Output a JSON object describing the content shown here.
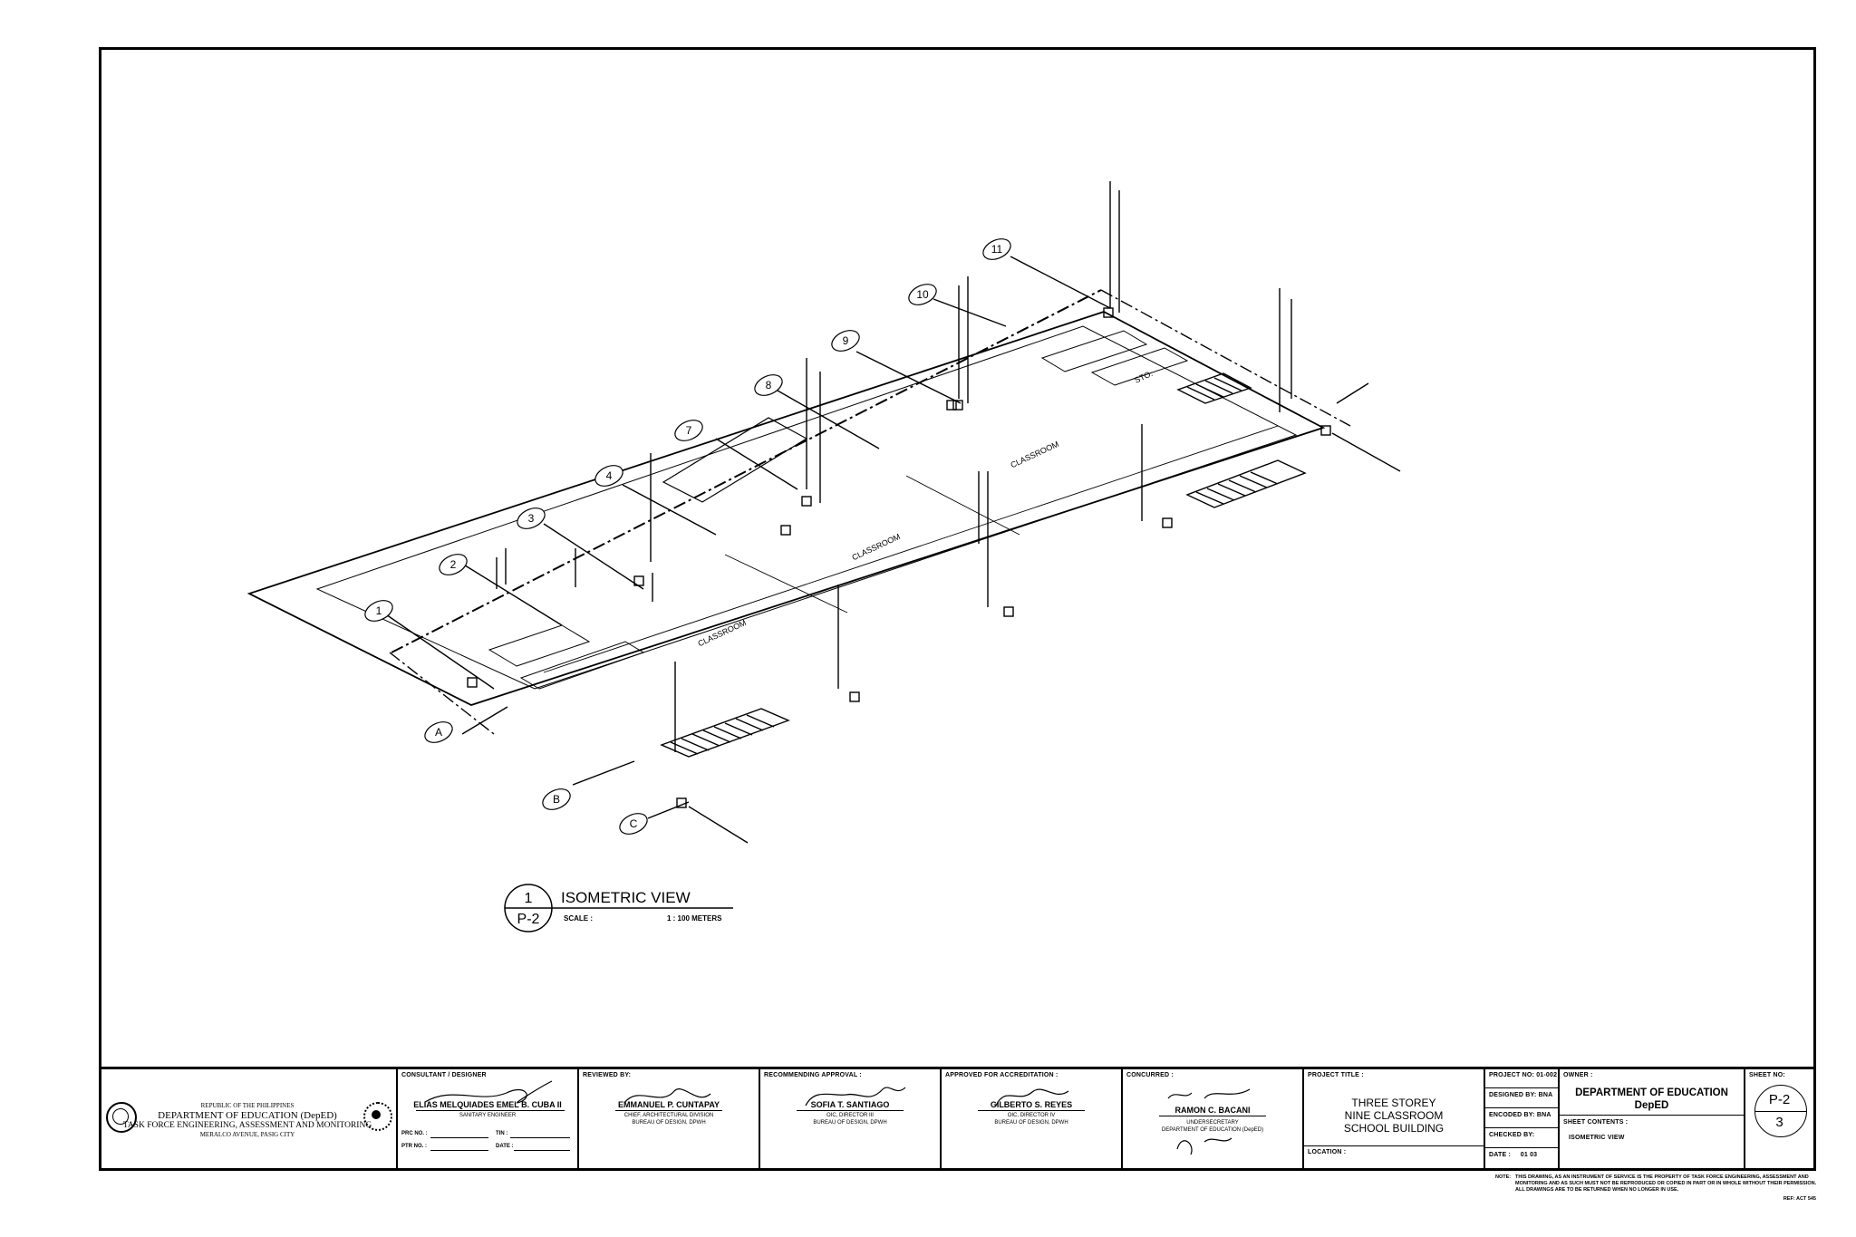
{
  "drawing": {
    "gridlines_top": [
      "1",
      "2",
      "3",
      "4",
      "7",
      "8",
      "9",
      "10",
      "11"
    ],
    "gridlines_side": [
      "A",
      "B",
      "C"
    ],
    "rooms": [
      "CLASSROOM",
      "CLASSROOM",
      "CLASSROOM"
    ],
    "room_sto": "STO.",
    "view_number": "1",
    "view_sheet": "P-2",
    "view_title": "ISOMETRIC VIEW",
    "scale_label": "SCALE :",
    "scale_value": "1 : 100   METERS"
  },
  "titleblock": {
    "agency": {
      "line1": "REPUBLIC OF THE PHILIPPINES",
      "line2": "DEPARTMENT OF EDUCATION  (DepED)",
      "line3": "TASK FORCE ENGINEERING, ASSESSMENT AND MONITORING",
      "line4": "MERALCO AVENUE, PASIG CITY"
    },
    "consultant": {
      "label": "CONSULTANT / DESIGNER",
      "name": "ELIAS MELQUIADES EMEL B. CUBA II",
      "role": "SANITARY ENGINEER",
      "prc": "PRC NO. :",
      "tin": "TIN :",
      "ptr": "PTR NO. :",
      "date": "DATE :"
    },
    "reviewed": {
      "label": "REVIEWED BY:",
      "name": "EMMANUEL P. CUNTAPAY",
      "role1": "CHIEF, ARCHITECTURAL DIVISION",
      "role2": "BUREAU OF DESIGN, DPWH"
    },
    "recommending": {
      "label": "RECOMMENDING APPROVAL :",
      "name": "SOFIA T. SANTIAGO",
      "role1": "OIC, DIRECTOR III",
      "role2": "BUREAU OF DESIGN, DPWH"
    },
    "approved": {
      "label": "APPROVED FOR ACCREDITATION :",
      "name": "GILBERTO S. REYES",
      "role1": "OIC, DIRECTOR IV",
      "role2": "BUREAU OF DESIGN, DPWH"
    },
    "concurred": {
      "label": "CONCURRED :",
      "name": "RAMON C. BACANI",
      "role1": "UNDERSECRETARY",
      "role2": "DEPARTMENT OF EDUCATION (DepED)"
    },
    "project": {
      "label": "PROJECT TITLE :",
      "title1": "THREE STOREY",
      "title2": "NINE CLASSROOM",
      "title3": "SCHOOL BUILDING",
      "location_label": "LOCATION :"
    },
    "meta": {
      "project_no_label": "PROJECT NO:",
      "project_no": "01-002",
      "designed_label": "DESIGNED BY:",
      "designed": "BNA",
      "encoded_label": "ENCODED BY:",
      "encoded": "BNA",
      "checked_label": "CHECKED BY:",
      "date_label": "DATE :",
      "date": "01 03"
    },
    "owner": {
      "label": "OWNER :",
      "name1": "DEPARTMENT  OF  EDUCATION",
      "name2": "DepED",
      "contents_label": "SHEET CONTENTS :",
      "contents": "ISOMETRIC VIEW"
    },
    "sheet": {
      "label": "SHEET NO:",
      "no": "P-2",
      "num": "3"
    }
  },
  "note": {
    "label": "NOTE:",
    "line1": "THIS DRAWING, AS AN INSTRUMENT OF SERVICE IS THE PROPERTY OF TASK FORCE ENGINEERING, ASSESSMENT AND",
    "line2": "MONITORING AND AS SUCH MUST NOT BE REPRODUCED OR COPIED IN PART OR IN WHOLE WITHOUT THEIR PERMISSION.",
    "line3": "ALL DRAWINGS ARE TO BE RETURNED WHEN NO LONGER IN USE.",
    "ref": "REF: ACT 545"
  }
}
